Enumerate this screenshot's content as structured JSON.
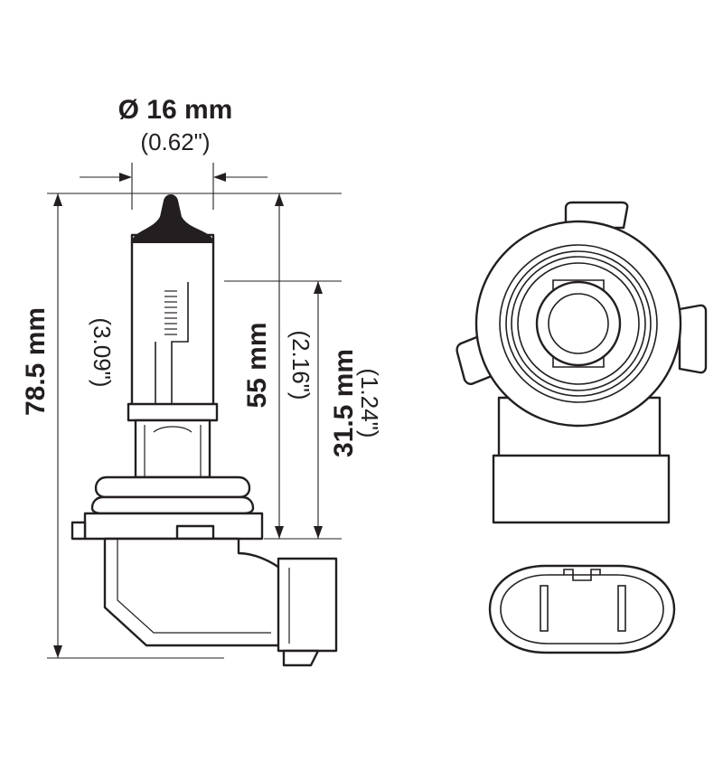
{
  "dimensions": {
    "diameter": {
      "metric": "Ø 16 mm",
      "imperial": "(0.62\")"
    },
    "overall_length": {
      "metric": "78.5 mm",
      "imperial": "(3.09\")"
    },
    "light_center_length": {
      "metric": "55 mm",
      "imperial": "(2.16\")"
    },
    "filament_length": {
      "metric": "31.5 mm",
      "imperial": "(1.24\")"
    }
  },
  "colors": {
    "ink": "#231f20",
    "background": "#ffffff"
  }
}
